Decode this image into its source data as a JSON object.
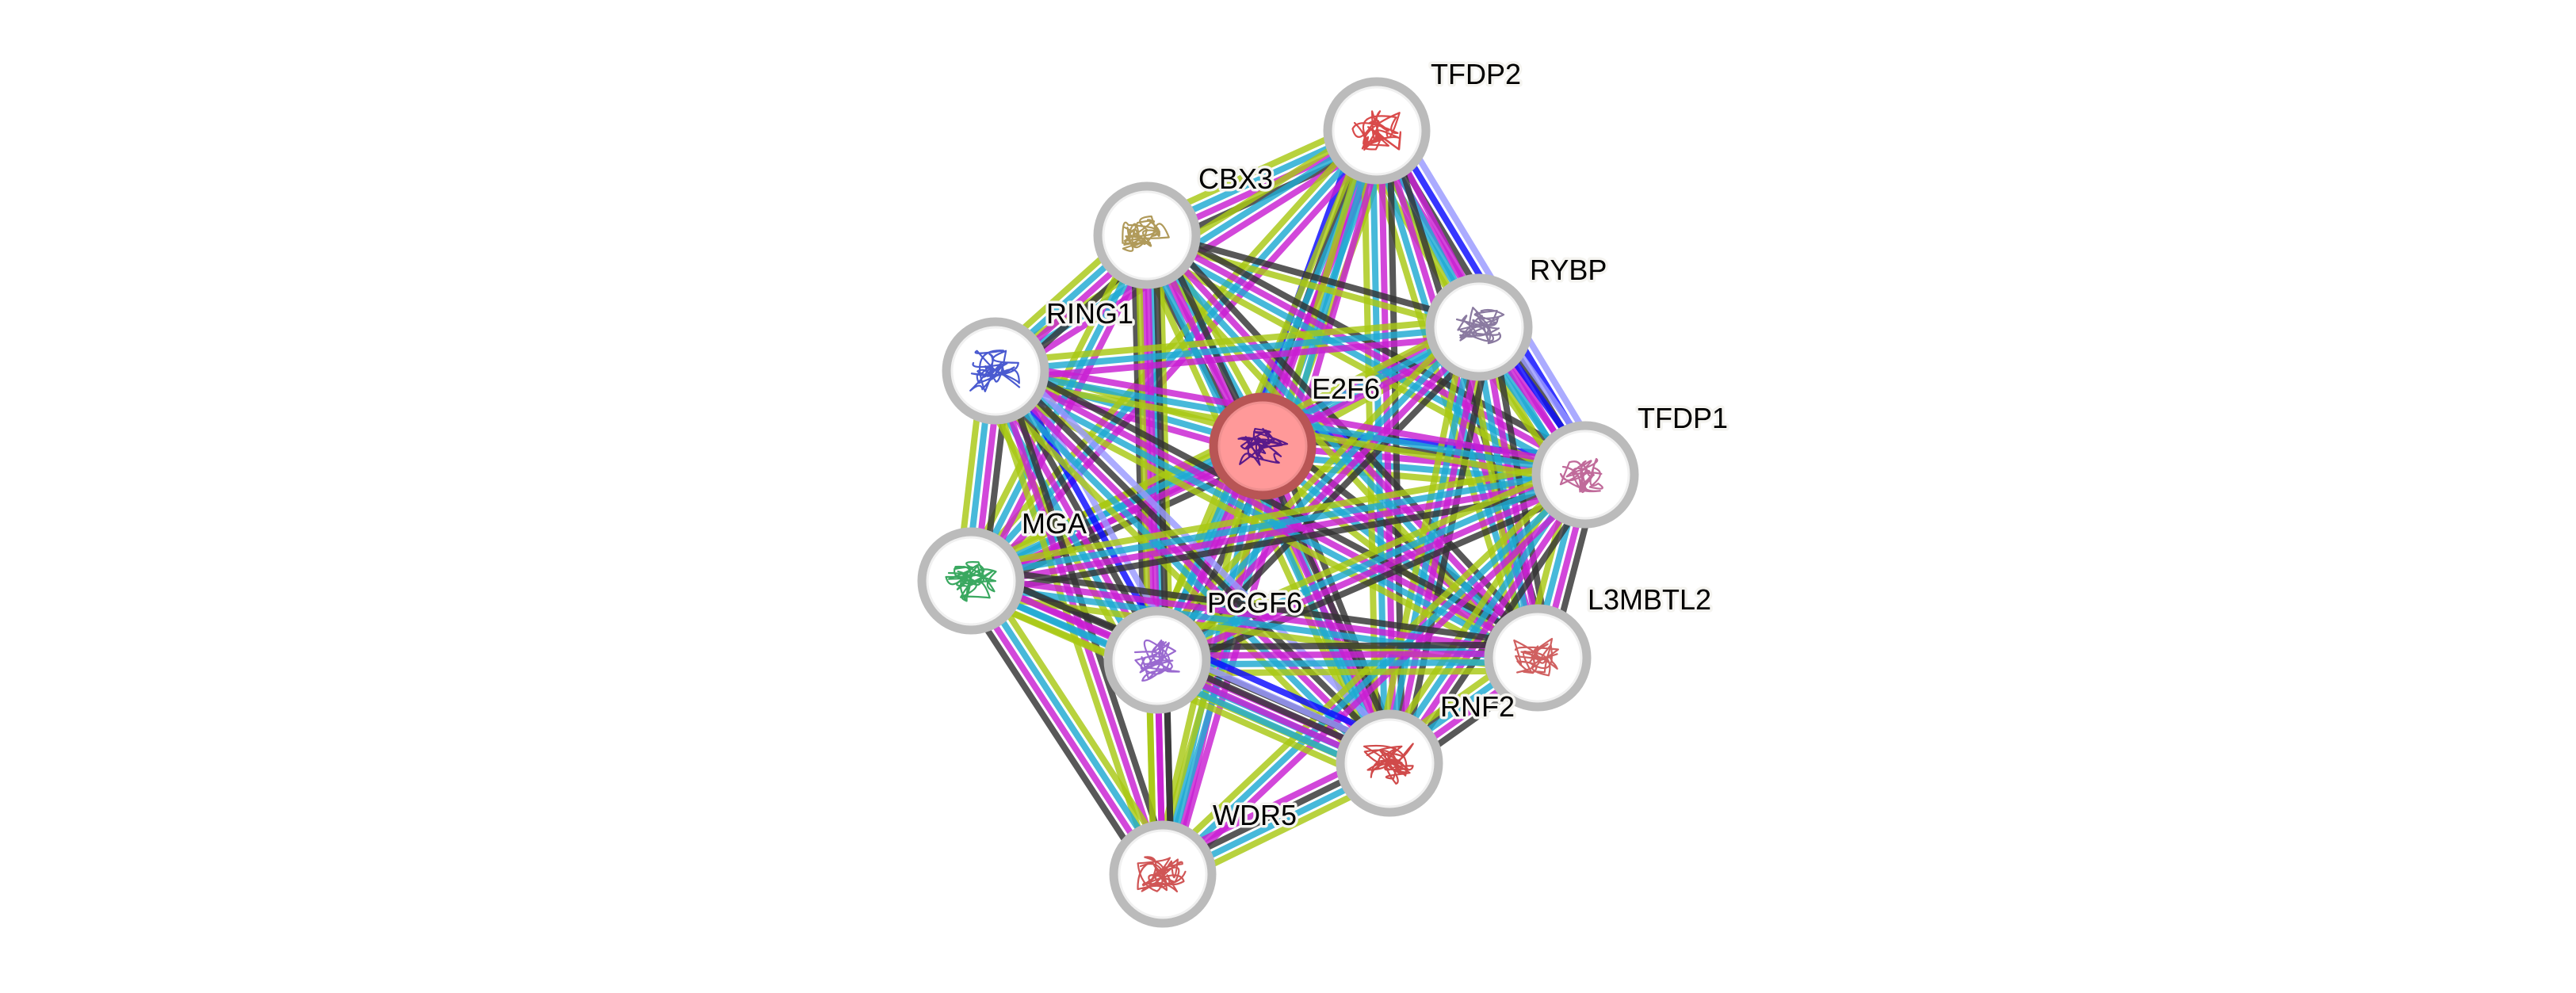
{
  "network": {
    "query_protein": "E2F6",
    "nodes": [
      {
        "id": "TFDP2",
        "label": "TFDP2",
        "structure_color": "#d94a4a",
        "query": false
      },
      {
        "id": "CBX3",
        "label": "CBX3",
        "structure_color": "#b09a5a",
        "query": false
      },
      {
        "id": "RYBP",
        "label": "RYBP",
        "structure_color": "#8a7aa0",
        "query": false
      },
      {
        "id": "RING1",
        "label": "RING1",
        "structure_color": "#4a5ad0",
        "query": false
      },
      {
        "id": "E2F6",
        "label": "E2F6",
        "structure_color": "#5a1a8a",
        "query": true
      },
      {
        "id": "TFDP1",
        "label": "TFDP1",
        "structure_color": "#c06a9a",
        "query": false
      },
      {
        "id": "MGA",
        "label": "MGA",
        "structure_color": "#3aa860",
        "query": false
      },
      {
        "id": "PCGF6",
        "label": "PCGF6",
        "structure_color": "#9a6ad0",
        "query": false
      },
      {
        "id": "L3MBTL2",
        "label": "L3MBTL2",
        "structure_color": "#d06060",
        "query": false
      },
      {
        "id": "RNF2",
        "label": "RNF2",
        "structure_color": "#d04a4a",
        "query": false
      },
      {
        "id": "WDR5",
        "label": "WDR5",
        "structure_color": "#d05555",
        "query": false
      }
    ],
    "evidence_colors": {
      "curated_database": "#1eaad2",
      "experimental": "#c81ed2",
      "textmining": "#a8c814",
      "coexpression": "#333333",
      "cooccurrence": "#0a0aff",
      "homology": "#9999ff"
    },
    "edges": [
      {
        "a": "E2F6",
        "b": "TFDP2",
        "evidence": [
          "cooccurrence",
          "coexpression",
          "experimental",
          "curated_database",
          "textmining"
        ]
      },
      {
        "a": "E2F6",
        "b": "TFDP1",
        "evidence": [
          "cooccurrence",
          "coexpression",
          "experimental",
          "curated_database",
          "textmining"
        ]
      },
      {
        "a": "E2F6",
        "b": "CBX3",
        "evidence": [
          "coexpression",
          "experimental",
          "curated_database",
          "textmining"
        ]
      },
      {
        "a": "E2F6",
        "b": "RYBP",
        "evidence": [
          "experimental",
          "curated_database",
          "textmining"
        ]
      },
      {
        "a": "E2F6",
        "b": "RING1",
        "evidence": [
          "experimental",
          "curated_database",
          "textmining"
        ]
      },
      {
        "a": "E2F6",
        "b": "MGA",
        "evidence": [
          "coexpression",
          "experimental",
          "curated_database",
          "textmining"
        ]
      },
      {
        "a": "E2F6",
        "b": "PCGF6",
        "evidence": [
          "coexpression",
          "experimental",
          "curated_database",
          "textmining"
        ]
      },
      {
        "a": "E2F6",
        "b": "L3MBTL2",
        "evidence": [
          "coexpression",
          "experimental",
          "curated_database",
          "textmining"
        ]
      },
      {
        "a": "E2F6",
        "b": "RNF2",
        "evidence": [
          "coexpression",
          "experimental",
          "curated_database",
          "textmining"
        ]
      },
      {
        "a": "E2F6",
        "b": "WDR5",
        "evidence": [
          "experimental",
          "curated_database",
          "textmining"
        ]
      },
      {
        "a": "TFDP2",
        "b": "TFDP1",
        "evidence": [
          "homology",
          "cooccurrence",
          "coexpression",
          "experimental",
          "curated_database",
          "textmining"
        ]
      },
      {
        "a": "TFDP2",
        "b": "CBX3",
        "evidence": [
          "coexpression",
          "experimental",
          "curated_database",
          "textmining"
        ]
      },
      {
        "a": "TFDP2",
        "b": "RYBP",
        "evidence": [
          "experimental",
          "curated_database",
          "textmining"
        ]
      },
      {
        "a": "TFDP2",
        "b": "RING1",
        "evidence": [
          "experimental",
          "curated_database",
          "textmining"
        ]
      },
      {
        "a": "TFDP2",
        "b": "MGA",
        "evidence": [
          "experimental",
          "curated_database",
          "textmining"
        ]
      },
      {
        "a": "TFDP2",
        "b": "PCGF6",
        "evidence": [
          "experimental",
          "curated_database",
          "textmining"
        ]
      },
      {
        "a": "TFDP2",
        "b": "L3MBTL2",
        "evidence": [
          "coexpression",
          "experimental",
          "curated_database",
          "textmining"
        ]
      },
      {
        "a": "TFDP2",
        "b": "RNF2",
        "evidence": [
          "coexpression",
          "experimental",
          "curated_database",
          "textmining"
        ]
      },
      {
        "a": "TFDP2",
        "b": "WDR5",
        "evidence": [
          "experimental",
          "curated_database",
          "textmining"
        ]
      },
      {
        "a": "CBX3",
        "b": "RYBP",
        "evidence": [
          "coexpression",
          "textmining"
        ]
      },
      {
        "a": "CBX3",
        "b": "RING1",
        "evidence": [
          "coexpression",
          "experimental",
          "curated_database",
          "textmining"
        ]
      },
      {
        "a": "CBX3",
        "b": "TFDP1",
        "evidence": [
          "coexpression",
          "experimental",
          "curated_database",
          "textmining"
        ]
      },
      {
        "a": "CBX3",
        "b": "MGA",
        "evidence": [
          "experimental",
          "curated_database",
          "textmining"
        ]
      },
      {
        "a": "CBX3",
        "b": "PCGF6",
        "evidence": [
          "textmining",
          "curated_database",
          "experimental",
          "coexpression"
        ]
      },
      {
        "a": "CBX3",
        "b": "L3MBTL2",
        "evidence": [
          "coexpression",
          "experimental",
          "curated_database",
          "textmining"
        ]
      },
      {
        "a": "CBX3",
        "b": "RNF2",
        "evidence": [
          "coexpression",
          "experimental",
          "curated_database",
          "textmining"
        ]
      },
      {
        "a": "CBX3",
        "b": "WDR5",
        "evidence": [
          "coexpression",
          "experimental",
          "textmining"
        ]
      },
      {
        "a": "RYBP",
        "b": "RING1",
        "evidence": [
          "experimental",
          "curated_database",
          "textmining"
        ]
      },
      {
        "a": "RYBP",
        "b": "TFDP1",
        "evidence": [
          "homology",
          "cooccurrence",
          "experimental",
          "curated_database",
          "textmining"
        ]
      },
      {
        "a": "RYBP",
        "b": "MGA",
        "evidence": [
          "experimental",
          "curated_database",
          "textmining"
        ]
      },
      {
        "a": "RYBP",
        "b": "PCGF6",
        "evidence": [
          "coexpression",
          "experimental",
          "curated_database",
          "textmining"
        ]
      },
      {
        "a": "RYBP",
        "b": "L3MBTL2",
        "evidence": [
          "coexpression",
          "experimental",
          "curated_database",
          "textmining"
        ]
      },
      {
        "a": "RYBP",
        "b": "RNF2",
        "evidence": [
          "coexpression",
          "experimental",
          "curated_database",
          "textmining"
        ]
      },
      {
        "a": "RING1",
        "b": "TFDP1",
        "evidence": [
          "experimental",
          "curated_database",
          "textmining"
        ]
      },
      {
        "a": "RING1",
        "b": "MGA",
        "evidence": [
          "coexpression",
          "experimental",
          "curated_database",
          "textmining"
        ]
      },
      {
        "a": "RING1",
        "b": "PCGF6",
        "evidence": [
          "homology",
          "cooccurrence",
          "coexpression",
          "experimental",
          "curated_database",
          "textmining"
        ]
      },
      {
        "a": "RING1",
        "b": "L3MBTL2",
        "evidence": [
          "coexpression",
          "experimental",
          "curated_database",
          "textmining"
        ]
      },
      {
        "a": "RING1",
        "b": "RNF2",
        "evidence": [
          "homology",
          "coexpression",
          "experimental",
          "curated_database",
          "textmining"
        ]
      },
      {
        "a": "RING1",
        "b": "WDR5",
        "evidence": [
          "coexpression",
          "experimental",
          "textmining"
        ]
      },
      {
        "a": "TFDP1",
        "b": "MGA",
        "evidence": [
          "coexpression",
          "experimental",
          "curated_database",
          "textmining"
        ]
      },
      {
        "a": "TFDP1",
        "b": "PCGF6",
        "evidence": [
          "coexpression",
          "experimental",
          "curated_database",
          "textmining"
        ]
      },
      {
        "a": "TFDP1",
        "b": "L3MBTL2",
        "evidence": [
          "coexpression",
          "experimental",
          "curated_database",
          "textmining"
        ]
      },
      {
        "a": "TFDP1",
        "b": "RNF2",
        "evidence": [
          "coexpression",
          "experimental",
          "curated_database",
          "textmining"
        ]
      },
      {
        "a": "TFDP1",
        "b": "WDR5",
        "evidence": [
          "experimental",
          "curated_database",
          "textmining"
        ]
      },
      {
        "a": "MGA",
        "b": "PCGF6",
        "evidence": [
          "coexpression",
          "experimental",
          "curated_database",
          "textmining"
        ]
      },
      {
        "a": "MGA",
        "b": "L3MBTL2",
        "evidence": [
          "coexpression",
          "experimental",
          "curated_database",
          "textmining"
        ]
      },
      {
        "a": "MGA",
        "b": "RNF2",
        "evidence": [
          "coexpression",
          "experimental",
          "curated_database",
          "textmining"
        ]
      },
      {
        "a": "MGA",
        "b": "WDR5",
        "evidence": [
          "textmining",
          "curated_database",
          "experimental",
          "coexpression"
        ]
      },
      {
        "a": "PCGF6",
        "b": "L3MBTL2",
        "evidence": [
          "coexpression",
          "experimental",
          "curated_database",
          "textmining"
        ]
      },
      {
        "a": "PCGF6",
        "b": "RNF2",
        "evidence": [
          "cooccurrence",
          "homology",
          "coexpression",
          "experimental",
          "curated_database",
          "textmining"
        ]
      },
      {
        "a": "PCGF6",
        "b": "WDR5",
        "evidence": [
          "coexpression",
          "experimental",
          "textmining"
        ]
      },
      {
        "a": "L3MBTL2",
        "b": "RNF2",
        "evidence": [
          "coexpression",
          "experimental",
          "curated_database",
          "textmining"
        ]
      },
      {
        "a": "RNF2",
        "b": "WDR5",
        "evidence": [
          "textmining",
          "curated_database",
          "coexpression",
          "experimental"
        ]
      }
    ]
  }
}
